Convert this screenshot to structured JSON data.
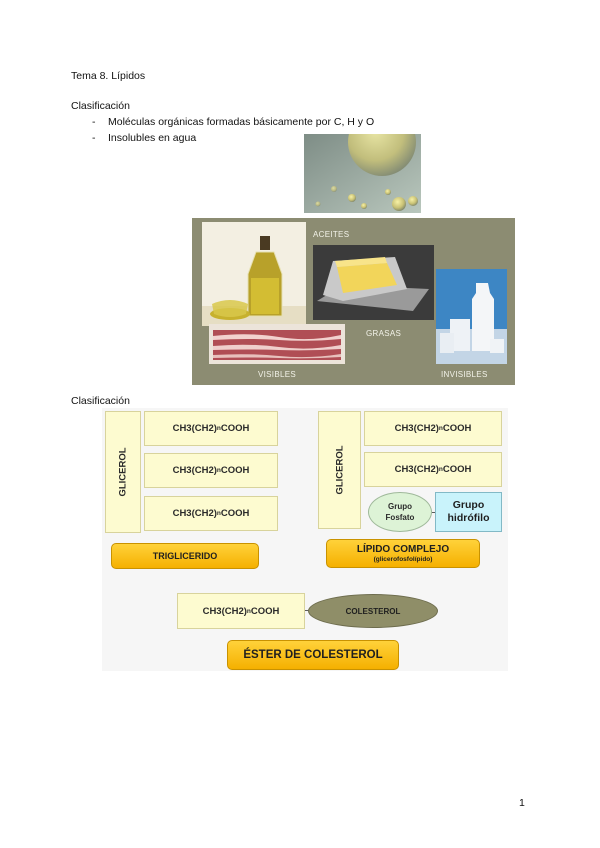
{
  "header": {
    "title": "Tema 8. Lípidos"
  },
  "section1": {
    "heading": "Clasificación",
    "bullets": [
      "Moléculas orgánicas formadas básicamente por C, H y O",
      "Insolubles en agua"
    ],
    "bullet_marker": "-"
  },
  "photo_panel": {
    "labels": {
      "aceites": "ACEITES",
      "grasas": "GRASAS",
      "visibles": "VISIBLES",
      "invisibles": "INVISIBLES"
    }
  },
  "section2": {
    "heading": "Clasificación"
  },
  "diagram": {
    "fatty_acid": {
      "prefix": "CH3(CH2)",
      "subscript": "n",
      "suffix": "COOH"
    },
    "glicerol": "GLICEROL",
    "trigliceride_label": "TRIGLICERIDO",
    "complex_label": "LÍPIDO COMPLEJO",
    "complex_sub": "(glicerofosfolípido)",
    "grupo_fosfato": [
      "Grupo",
      "Fosfato"
    ],
    "grupo_hidrofilo": [
      "Grupo",
      "hidrófilo"
    ],
    "colesterol": "COLESTEROL",
    "ester_label": "ÉSTER DE COLESTEROL"
  },
  "footer": {
    "page_number": "1"
  },
  "colors": {
    "panel_bg": "#8c8c72",
    "box_fill": "#fdfbd0",
    "label_fill": "#f5b000",
    "oval_fill": "#8f8e68",
    "hydrophilic": "#c9f3fb",
    "phosphate": "#ddf3d6"
  }
}
